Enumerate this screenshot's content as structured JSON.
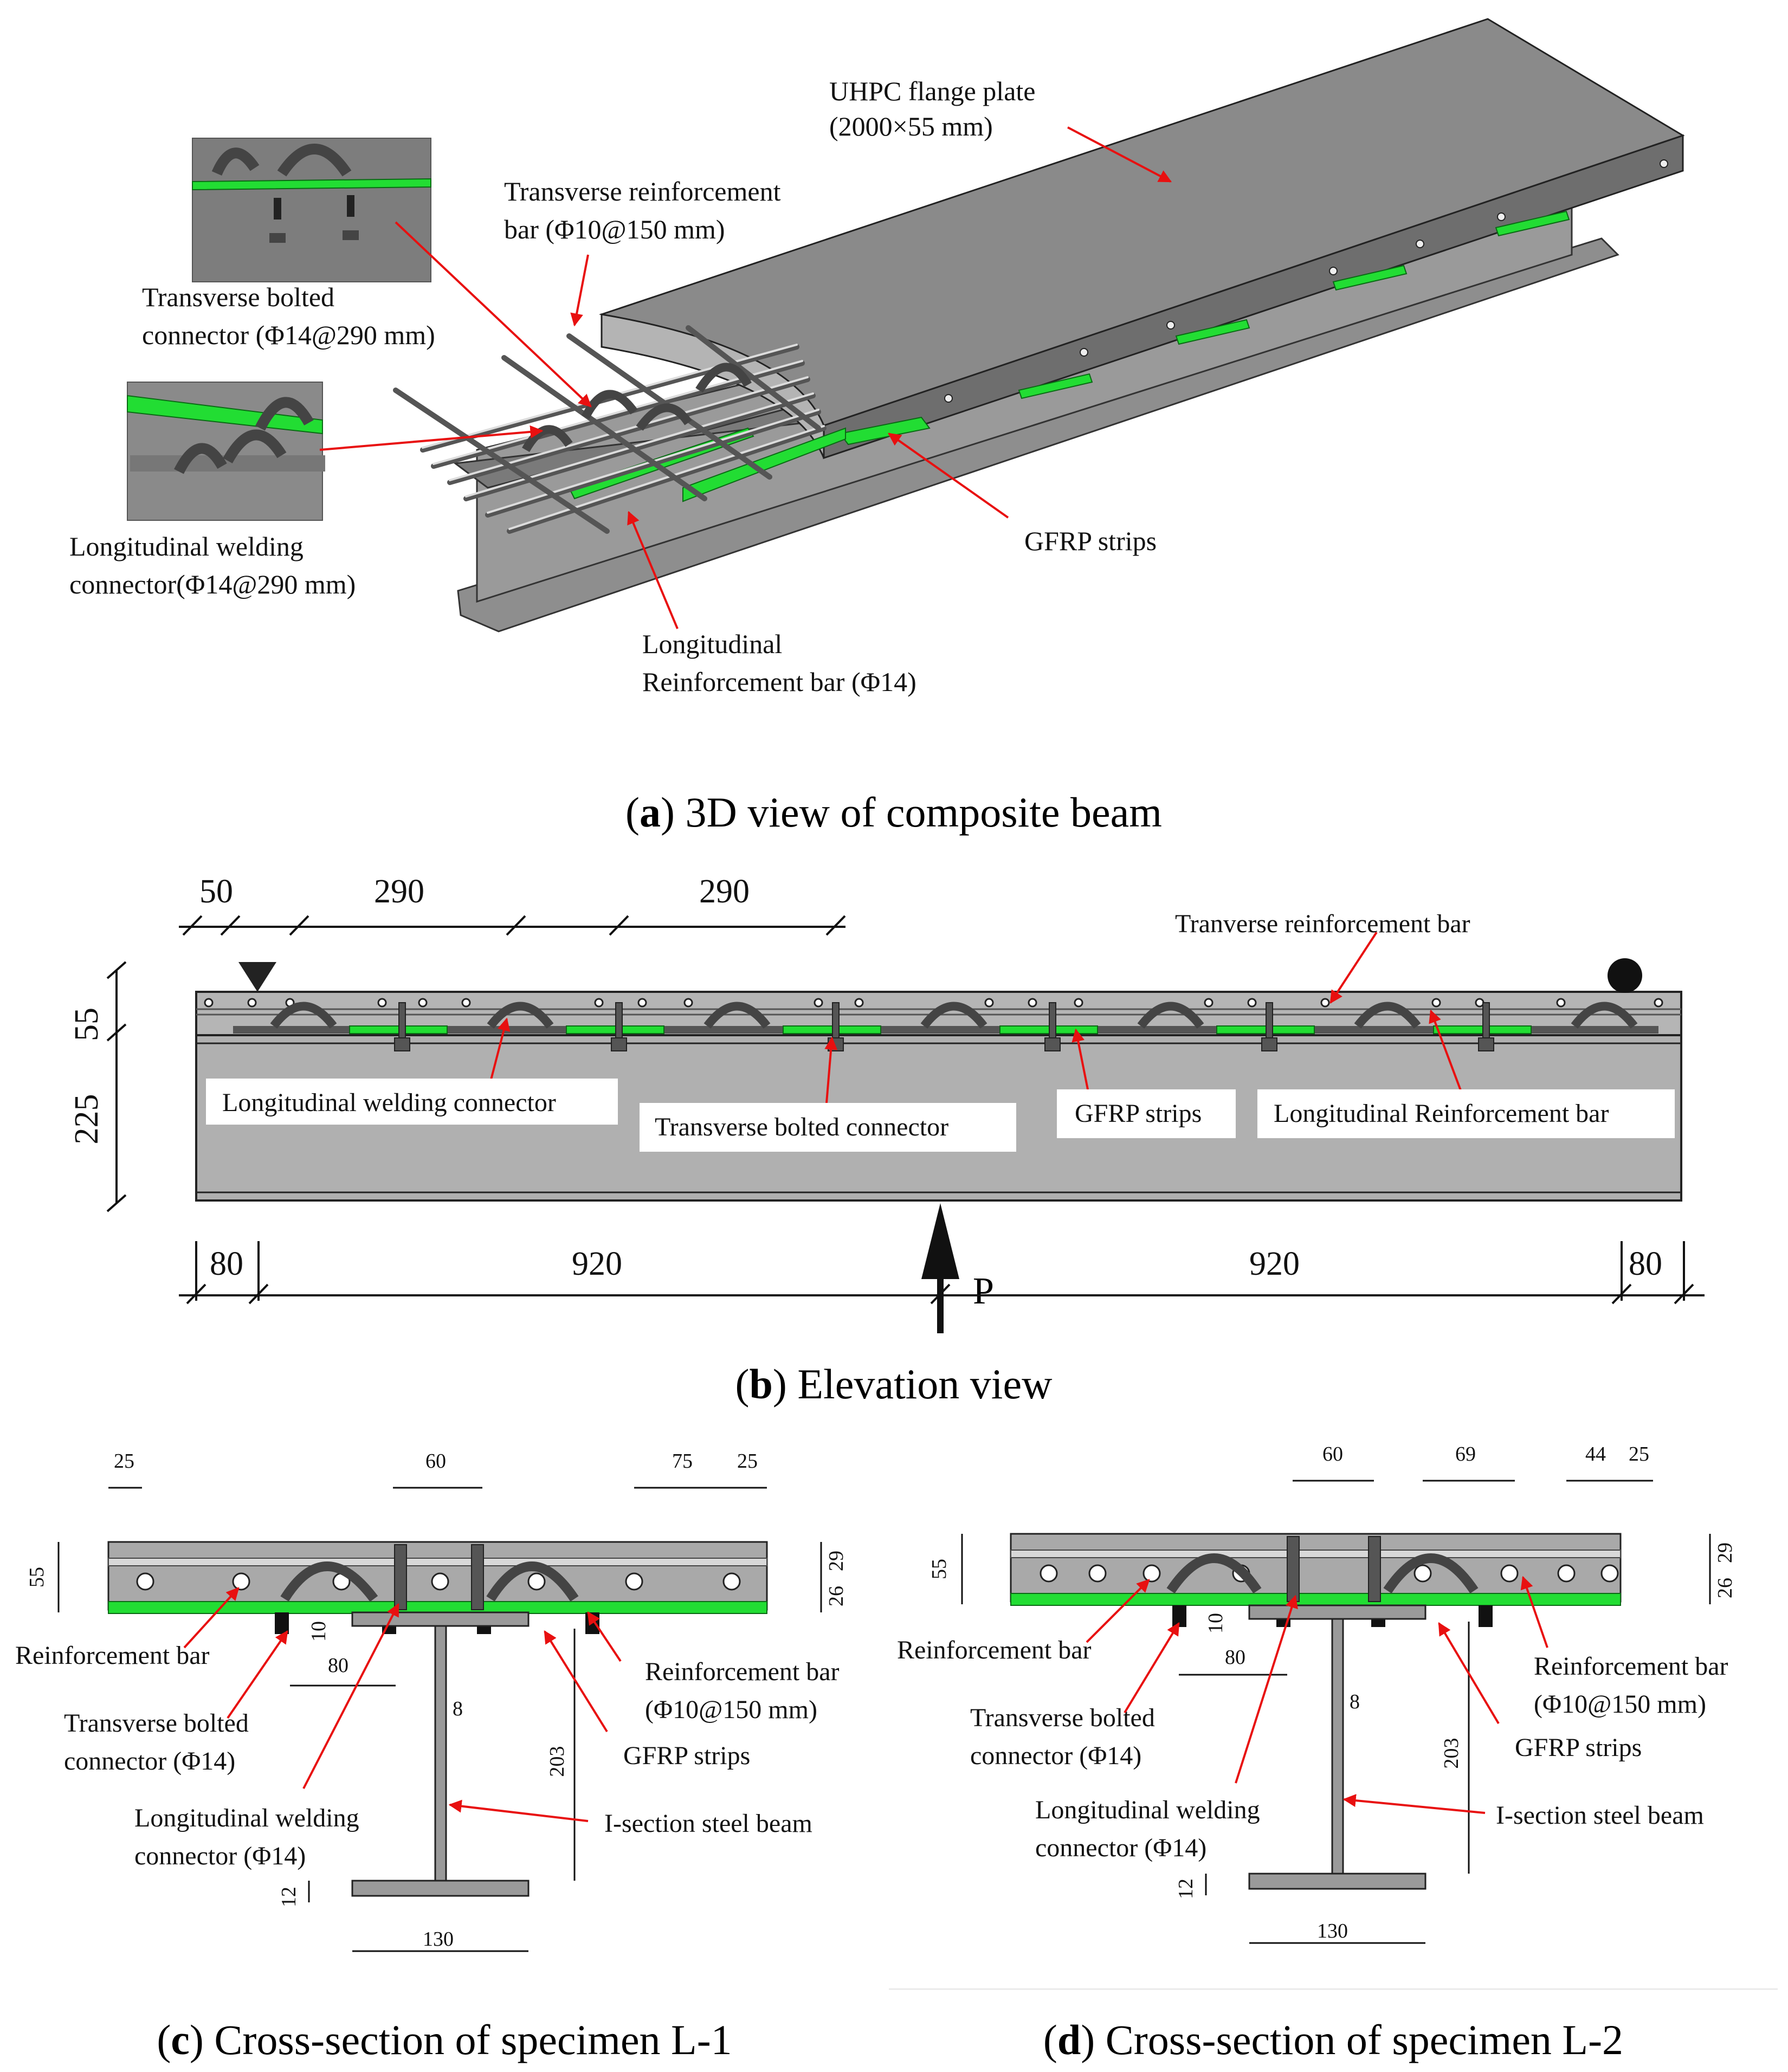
{
  "panel_a": {
    "caption_letter": "a",
    "caption_text": "3D view of composite beam",
    "labels": {
      "uhpc_1": "UHPC flange plate",
      "uhpc_2": "(2000×55 mm)",
      "transverse_bar_1": "Transverse reinforcement",
      "transverse_bar_2": "bar (Φ10@150 mm)",
      "bolted_1": "Transverse bolted",
      "bolted_2": "connector (Φ14@290 mm)",
      "welding_1": "Longitudinal welding",
      "welding_2": "connector(Φ14@290 mm)",
      "gfrp": "GFRP strips",
      "long_bar_1": "Longitudinal",
      "long_bar_2": "Reinforcement bar (Φ14)"
    }
  },
  "panel_b": {
    "caption_letter": "b",
    "caption_text": "Elevation view",
    "dims": {
      "d50": "50",
      "d290a": "290",
      "d290b": "290",
      "d55": "55",
      "d225": "225",
      "d80a": "80",
      "d920a": "920",
      "d920b": "920",
      "d80b": "80"
    },
    "load": "P",
    "labels": {
      "tranverse": "Tranverse reinforcement bar",
      "welding": "Longitudinal welding connector",
      "bolted": "Transverse bolted connector",
      "gfrp": "GFRP strips",
      "long_bar": "Longitudinal Reinforcement bar"
    }
  },
  "panel_c": {
    "caption_letter": "c",
    "caption_text": "Cross-section of specimen L-1",
    "dims": {
      "top_25a": "25",
      "top_60": "60",
      "top_75": "75",
      "top_25b": "25",
      "h55": "55",
      "r29": "29",
      "r26": "26",
      "d10": "10",
      "d80": "80",
      "d8": "8",
      "d203": "203",
      "d12": "12",
      "d130": "130"
    },
    "labels": {
      "reinf_bar": "Reinforcement bar",
      "reinf_bar_r1": "Reinforcement bar",
      "reinf_bar_r2": "(Φ10@150 mm)",
      "bolted_1": "Transverse bolted",
      "bolted_2": "connector (Φ14)",
      "gfrp": "GFRP strips",
      "welding_1": "Longitudinal welding",
      "welding_2": "connector (Φ14)",
      "isection": "I-section steel beam"
    }
  },
  "panel_d": {
    "caption_letter": "d",
    "caption_text": "Cross-section of specimen L-2",
    "dims": {
      "top_60": "60",
      "top_69": "69",
      "top_44": "44",
      "top_25": "25",
      "h55": "55",
      "r29": "29",
      "r26": "26",
      "d10": "10",
      "d80": "80",
      "d8": "8",
      "d203": "203",
      "d12": "12",
      "d130": "130"
    },
    "labels": {
      "reinf_bar": "Reinforcement bar",
      "reinf_bar_r1": "Reinforcement bar",
      "reinf_bar_r2": "(Φ10@150 mm)",
      "bolted_1": "Transverse bolted",
      "bolted_2": "connector (Φ14)",
      "gfrp": "GFRP strips",
      "welding_1": "Longitudinal welding",
      "welding_2": "connector (Φ14)",
      "isection": "I-section steel beam"
    }
  },
  "colors": {
    "gfrp": "#22dd33",
    "leader": "#e81010",
    "steel": "#8c8c8c",
    "concrete": "#a9a9a9"
  }
}
